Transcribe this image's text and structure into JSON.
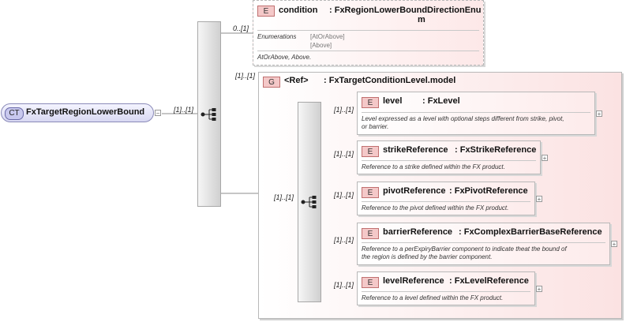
{
  "root": {
    "badge": "CT",
    "label": "FxTargetRegionLowerBound",
    "multiplicity": "[1]..[1]"
  },
  "condition": {
    "badge": "E",
    "name": "condition",
    "type_line1": ": FxRegionLowerBoundDirectionEnu",
    "type_line2": "m",
    "multiplicity": "0..[1]",
    "enumerations_label": "Enumerations",
    "enum_values": [
      "[AtOrAbove]",
      "[Above]"
    ],
    "doc": "AtOrAbove, Above."
  },
  "group": {
    "badge": "G",
    "ref": "<Ref>",
    "type": ": FxTargetConditionLevel.model",
    "multiplicity": "[1]..[1]",
    "sequence_multiplicity": "[1]..[1]"
  },
  "elements": [
    {
      "badge": "E",
      "name": "level",
      "type": ": FxLevel",
      "multiplicity": "[1]..[1]",
      "doc": [
        "Level expressed as a level with optional steps different from strike, pivot,",
        "or barrier."
      ]
    },
    {
      "badge": "E",
      "name": "strikeReference",
      "type": ": FxStrikeReference",
      "multiplicity": "[1]..[1]",
      "doc": [
        "Reference to a strike defined within the FX product."
      ]
    },
    {
      "badge": "E",
      "name": "pivotReference",
      "type": ": FxPivotReference",
      "multiplicity": "[1]..[1]",
      "doc": [
        "Reference to the pivot defined within the FX product."
      ]
    },
    {
      "badge": "E",
      "name": "barrierReference",
      "type": ": FxComplexBarrierBaseReference",
      "multiplicity": "[1]..[1]",
      "doc": [
        "Reference to a perExpiryBarrier component to indicate theat the bound of",
        "the region is defined by the barrier component."
      ]
    },
    {
      "badge": "E",
      "name": "levelReference",
      "type": ": FxLevelReference",
      "multiplicity": "[1]..[1]",
      "doc": [
        "Reference to a level defined within the FX product."
      ]
    }
  ],
  "icons": {
    "collapse": "−",
    "expand": "+"
  }
}
